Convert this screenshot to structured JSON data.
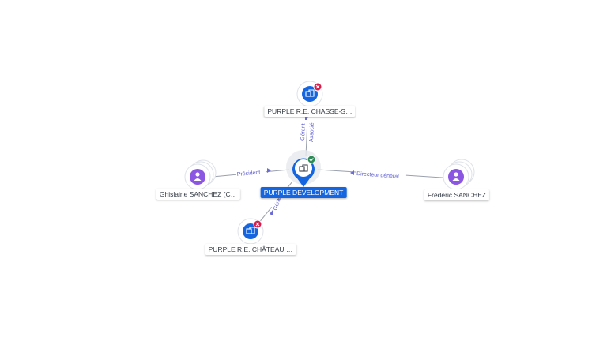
{
  "colors": {
    "edge": "#9aa0ad",
    "edge_label": "#5a5ad0",
    "company": "#1565e0",
    "person": "#8a56e2",
    "status_closed": "#d81b4a",
    "status_active": "#2e8b57",
    "label_primary_bg": "#1565e0"
  },
  "nodes": {
    "center": {
      "label": "PURPLE DEVELOPMENT",
      "icon": "building-icon",
      "status": "active-check-icon"
    },
    "top": {
      "label": "PURPLE R.E. CHASSE-S…",
      "icon": "building-icon",
      "status": "closed-x-icon"
    },
    "left": {
      "label": "Ghislaine SANCHEZ (C…",
      "icon": "person-icon"
    },
    "right": {
      "label": "Frédéric SANCHEZ",
      "icon": "person-icon"
    },
    "bottom": {
      "label": "PURPLE R.E. CHÂTEAU …",
      "icon": "building-icon",
      "status": "closed-x-icon"
    }
  },
  "edges": {
    "top_a": "Gérant",
    "top_b": "Associé",
    "left": "Président",
    "right": "Directeur général",
    "bottom": "Gérant"
  }
}
